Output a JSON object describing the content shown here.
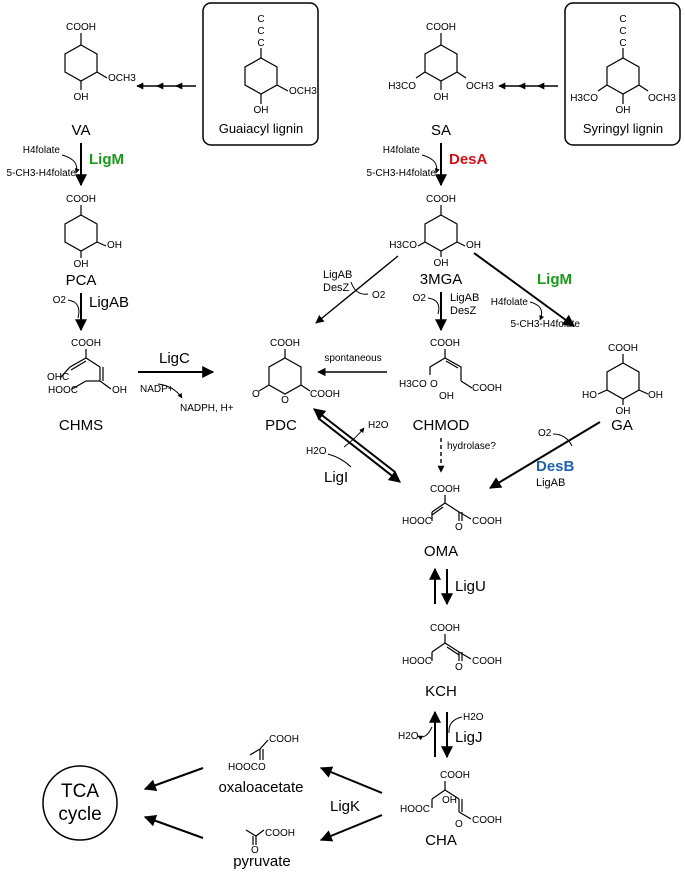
{
  "colors": {
    "ligM": "#1a9a1a",
    "desA": "#d0121b",
    "desB": "#1f63b0"
  },
  "compounds": {
    "va": "VA",
    "sa": "SA",
    "pca": "PCA",
    "mga": "3MGA",
    "chms": "CHMS",
    "pdc": "PDC",
    "chmod": "CHMOD",
    "ga": "GA",
    "oma": "OMA",
    "kch": "KCH",
    "cha": "CHA",
    "oxaloacetate": "oxaloacetate",
    "pyruvate": "pyruvate",
    "guaiacyl_lignin": "Guaiacyl lignin",
    "syringyl_lignin": "Syringyl lignin",
    "tca_line1": "TCA",
    "tca_line2": "cycle"
  },
  "enzymes": {
    "ligM_va": "LigM",
    "desA": "DesA",
    "ligAB_pca": "LigAB",
    "ligC": "LigC",
    "ligAB_3mga_left_1": "LigAB",
    "ligAB_3mga_left_2": "DesZ",
    "ligAB_3mga_mid_1": "LigAB",
    "ligAB_3mga_mid_2": "DesZ",
    "ligM_3mga": "LigM",
    "desB": "DesB",
    "desB_alt": "LigAB",
    "ligI": "LigI",
    "ligU": "LigU",
    "ligJ": "LigJ",
    "ligK": "LigK"
  },
  "cofactors": {
    "h4folate_1": "H4folate",
    "ch3_h4folate_1": "5-CH3-H4folate",
    "h4folate_2": "H4folate",
    "ch3_h4folate_2": "5-CH3-H4folate",
    "h4folate_3": "H4folate",
    "ch3_h4folate_3": "5-CH3-H4folate",
    "o2_pca": "O2",
    "o2_3mga_left": "O2",
    "o2_3mga_mid": "O2",
    "o2_ga": "O2",
    "nadp": "NADP+",
    "nadph": "NADPH, H+",
    "h2o_pdc_out": "H2O",
    "h2o_pdc_in": "H2O",
    "h2o_kch_out": "H2O",
    "h2o_kch_in": "H2O"
  },
  "labels": {
    "spontaneous": "spontaneous",
    "hydrolase": "hydrolase?"
  },
  "groups": {
    "cooh": "COOH",
    "hooc": "HOOC",
    "och3": "OCH3",
    "h3co": "H3CO",
    "oh": "OH",
    "ho": "HO",
    "ohc": "OHC",
    "o": "O",
    "c": "C"
  }
}
